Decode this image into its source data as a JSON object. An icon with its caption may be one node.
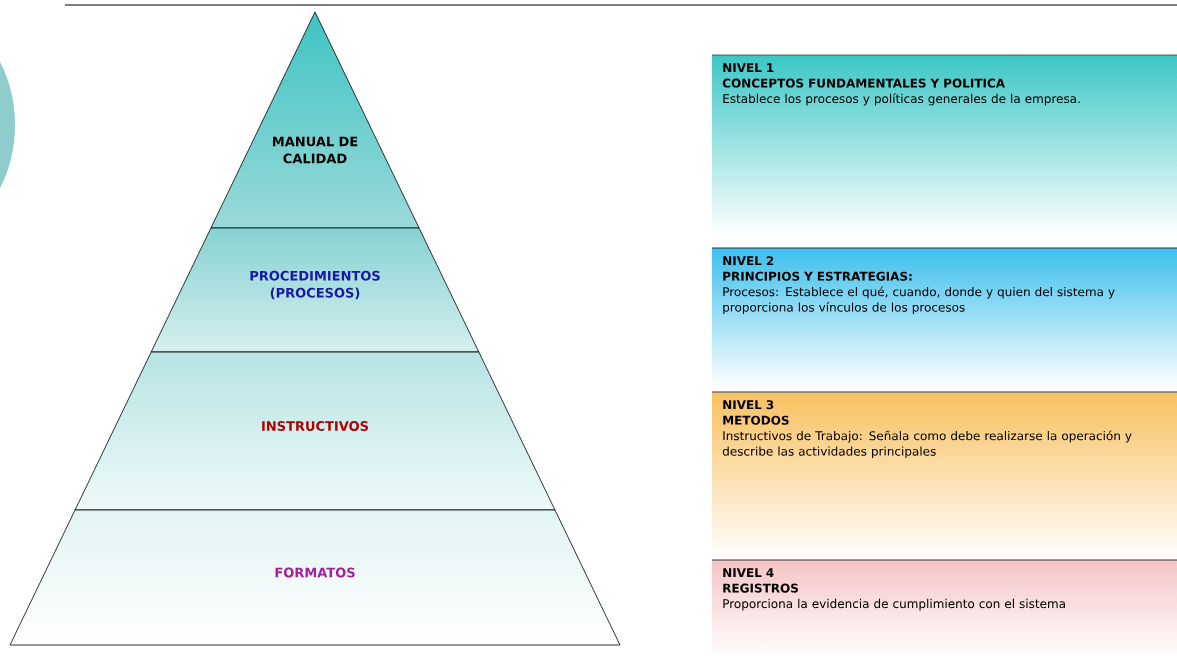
{
  "diagram": {
    "nodes": [
      {
        "text": [
          "MANUAL DE CALIDAD"
        ]
      },
      {
        "text": [
          "PROCEDIMIENTOS (PROCESOS)"
        ]
      },
      {
        "text": [
          "INSTRUCTIVOS"
        ]
      },
      {
        "text": [
          "FORMATOS"
        ]
      },
      {
        "text": [
          "NIVEL 1",
          "CONCEPTOS FUNDAMENTALES Y POLITICA",
          "Establece los procesos y políticas generales de la empresa."
        ]
      },
      {
        "text": [
          "NIVEL 2",
          "PRINCIPIOS Y ESTRATEGIAS:",
          "Procesos: Establece el qué, cuando, donde y quien del sistema y proporciona los vínculos de los procesos"
        ]
      },
      {
        "text": [
          "NIVEL 3",
          "METODOS",
          "Instructivos de Trabajo: Señala como debe realizarse la operación y describe las actividades principales"
        ]
      },
      {
        "text": [
          "NIVEL 4",
          "REGISTROS",
          "Proporciona la evidencia de cumplimiento con el sistema"
        ]
      }
    ],
    "edges": []
  }
}
